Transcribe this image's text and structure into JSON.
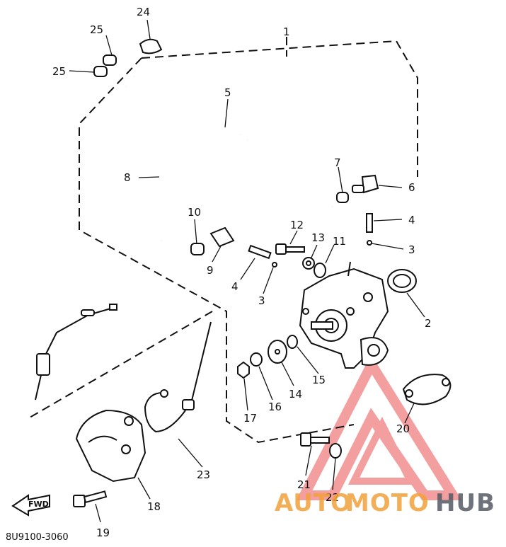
{
  "diagram": {
    "code": "8U9100-3060",
    "fwd_label": "FWD",
    "watermark": {
      "part1": "AUTO",
      "part2": "MOTO",
      "part3": "HUB",
      "color_accent": "#f2a23b",
      "color_dark": "#555a63",
      "triangle_color": "#f08080"
    }
  },
  "callouts": {
    "c1": "1",
    "c2": "2",
    "c3a": "3",
    "c3b": "3",
    "c4a": "4",
    "c4b": "4",
    "c5": "5",
    "c6": "6",
    "c7": "7",
    "c8": "8",
    "c9": "9",
    "c10": "10",
    "c11": "11",
    "c12": "12",
    "c13": "13",
    "c14": "14",
    "c15": "15",
    "c16": "16",
    "c17": "17",
    "c18": "18",
    "c19": "19",
    "c20": "20",
    "c21": "21",
    "c22": "22",
    "c23": "23",
    "c24": "24",
    "c25a": "25",
    "c25b": "25"
  }
}
